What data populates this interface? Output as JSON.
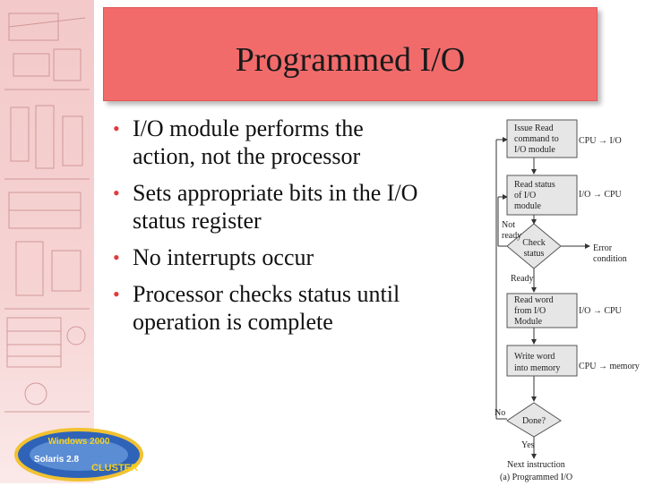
{
  "slide": {
    "title": "Programmed I/O",
    "accent_color": "#f26b6b",
    "bullet_color": "#e23b3b",
    "bullets": [
      {
        "line1": "I/O module performs the",
        "line2": "action, not the processor"
      },
      {
        "line1": "Sets appropriate bits in the I/O",
        "line2": "status register"
      },
      {
        "line1": "No interrupts occur",
        "line2": ""
      },
      {
        "line1": "Processor checks status until",
        "line2": "operation is complete"
      }
    ]
  },
  "flowchart": {
    "box1": [
      "Issue Read",
      "command to",
      "I/O module"
    ],
    "box2": [
      "Read status",
      "of I/O",
      "module"
    ],
    "check": [
      "Check",
      "status"
    ],
    "box3": [
      "Read word",
      "from I/O",
      "Module"
    ],
    "box4": [
      "Write word",
      "into memory"
    ],
    "done": "Done?",
    "side1": "CPU → I/O",
    "side2": "I/O → CPU",
    "side3": "I/O → CPU",
    "side4": "CPU → memory",
    "not_ready_1": "Not",
    "not_ready_2": "ready",
    "ready": "Ready",
    "error_1": "Error",
    "error_2": "condition",
    "no": "No",
    "yes": "Yes",
    "next": "Next instruction",
    "caption": "(a) Programmed I/O"
  },
  "logo": {
    "text1": "Windows 2000",
    "text2": "Solaris 2.8",
    "text3": "CLUSTER"
  },
  "icons": {
    "decor": "circuit-diagram-decoration",
    "logo": "os-logo-badge"
  }
}
